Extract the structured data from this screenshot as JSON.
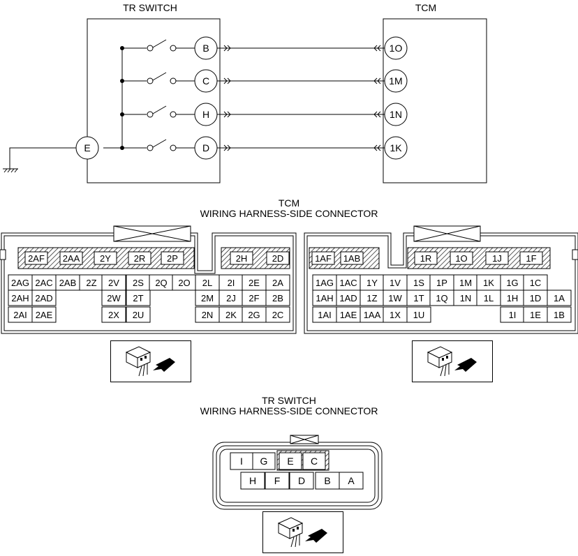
{
  "wiring": {
    "tr_switch_title": "TR SWITCH",
    "tcm_title": "TCM",
    "common_terminal": "E",
    "switch_terminals": [
      "B",
      "C",
      "H",
      "D"
    ],
    "tcm_terminals": [
      "1O",
      "1M",
      "1N",
      "1K"
    ]
  },
  "tcm_connector": {
    "title": "TCM",
    "subtitle": "WIRING HARNESS-SIDE CONNECTOR",
    "left_top_row": [
      "2AF",
      "2AA",
      "2Y",
      "2R",
      "2P",
      "2H",
      "2D"
    ],
    "left_grid": [
      [
        "2AG",
        "2AC",
        "2AB",
        "2Z",
        "2V",
        "2S",
        "2Q",
        "2O",
        "2L",
        "2I",
        "2E",
        "2A"
      ],
      [
        "2AH",
        "2AD",
        "2W",
        "2T",
        "2M",
        "2J",
        "2F",
        "2B"
      ],
      [
        "2AI",
        "2AE",
        "2X",
        "2U",
        "2N",
        "2K",
        "2G",
        "2C"
      ]
    ],
    "right_top_row": [
      "1AF",
      "1AB",
      "1R",
      "1O",
      "1J",
      "1F"
    ],
    "right_grid": [
      [
        "1AG",
        "1AC",
        "1Y",
        "1V",
        "1S",
        "1P",
        "1M",
        "1K",
        "1G",
        "1C"
      ],
      [
        "1AH",
        "1AD",
        "1Z",
        "1W",
        "1T",
        "1Q",
        "1N",
        "1L",
        "1H",
        "1D",
        "1A"
      ],
      [
        "1AI",
        "1AE",
        "1AA",
        "1X",
        "1U",
        "1I",
        "1E",
        "1B"
      ]
    ]
  },
  "tr_connector": {
    "title": "TR SWITCH",
    "subtitle": "WIRING HARNESS-SIDE CONNECTOR",
    "top_row": [
      "I",
      "G",
      "E",
      "C"
    ],
    "bottom_row": [
      "H",
      "F",
      "D",
      "B",
      "A"
    ]
  },
  "icons": [
    "harness-connector-icon",
    "harness-connector-icon",
    "harness-connector-icon"
  ]
}
